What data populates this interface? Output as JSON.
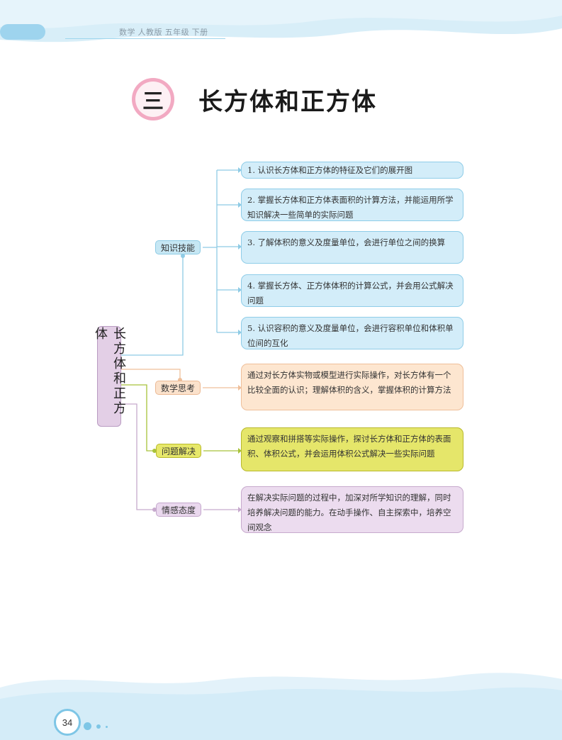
{
  "header": {
    "running_title": "数学 人教版 五年级 下册"
  },
  "chapter": {
    "number": "三",
    "title": "长方体和正方体"
  },
  "mindmap": {
    "root": "长方体和正方体",
    "categories": {
      "skill": "知识技能",
      "think": "数学思考",
      "solve": "问题解决",
      "emotion": "情感态度"
    },
    "skill_items": [
      "1. 认识长方体和正方体的特征及它们的展开图",
      "2. 掌握长方体和正方体表面积的计算方法，并能运用所学知识解决一些简单的实际问题",
      "3. 了解体积的意义及度量单位，会进行单位之间的换算",
      "4. 掌握长方体、正方体体积的计算公式，并会用公式解决问题",
      "5. 认识容积的意义及度量单位，会进行容积单位和体积单位间的互化"
    ],
    "think_text": "通过对长方体实物或模型进行实际操作，对长方体有一个比较全面的认识；理解体积的含义，掌握体积的计算方法",
    "solve_text": "通过观察和拼搭等实际操作，探讨长方体和正方体的表面积、体积公式，并会运用体积公式解决一些实际问题",
    "emotion_text": "在解决实际问题的过程中，加深对所学知识的理解，同时培养解决问题的能力。在动手操作、自主探索中，培养空间观念"
  },
  "colors": {
    "skill": "#8ecbe5",
    "think": "#efbf9a",
    "solve": "#b8b92c",
    "emotion": "#c7aacd"
  },
  "footer": {
    "page_number": "34"
  }
}
